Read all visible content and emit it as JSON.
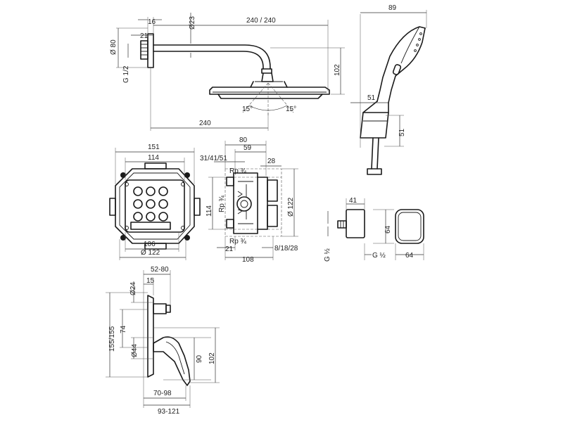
{
  "labels": {
    "d16": "16",
    "d23": "Ø23",
    "d240_240": "240 / 240",
    "d89": "89",
    "d21_top": "21",
    "d80": "Ø 80",
    "dG12_top": "G 1/2",
    "d102_head": "102",
    "d15_left": "15°",
    "d15_right": "15°",
    "d240_bottom": "240",
    "d51_hand": "51",
    "d51_hose": "51",
    "d151": "151",
    "d114_top": "114",
    "d106": "106",
    "d122_rough": "Ø 122",
    "d80_box": "80",
    "d59": "59",
    "d31_41_51": "31/41/51",
    "d28": "28",
    "drp_top": "Rp ¾",
    "drp_mid": "Rp ¾",
    "drp_bot": "Rp ¾",
    "d114_side": "114",
    "d122_side": "Ø 122",
    "d21_box": "21",
    "d108": "108",
    "d8_18_28": "8/18/28",
    "d41": "41",
    "d64_v": "64",
    "dG12_outlet_v": "G ½",
    "dG12_outlet_h": "G ½",
    "d64_h": "64",
    "d52_80": "52-80",
    "d15_mixer": "15",
    "d24": "Ø24",
    "d155_155": "155/155",
    "d74": "74",
    "d44": "Ø44",
    "d90": "90",
    "d102_mixer": "102",
    "d70_98": "70-98",
    "d93_121": "93-121"
  }
}
